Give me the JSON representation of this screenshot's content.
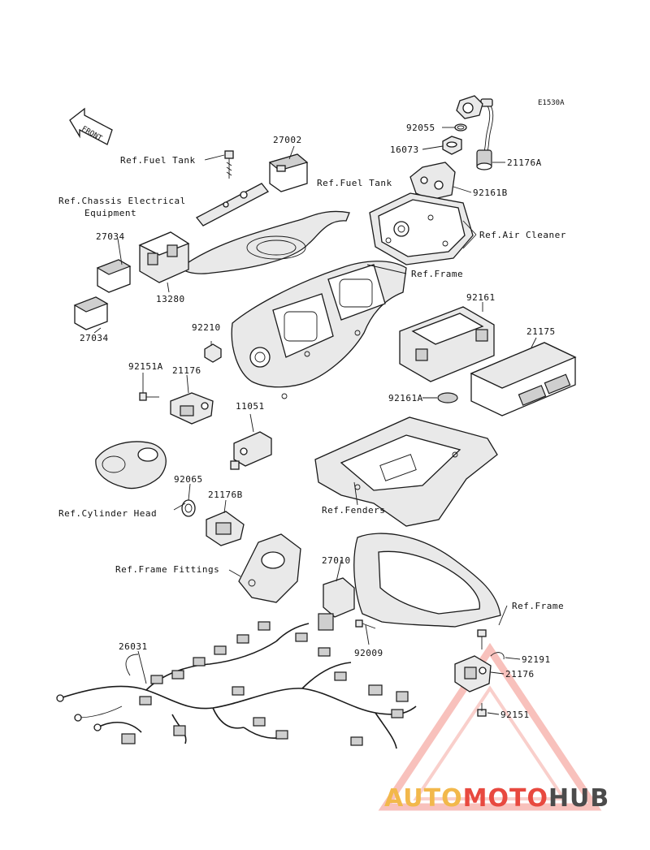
{
  "diagram": {
    "code": "E1530A",
    "front_label": "FRONT"
  },
  "parts": {
    "p92055": "92055",
    "p16073": "16073",
    "p21176A": "21176A",
    "p92161B": "92161B",
    "p27002": "27002",
    "p27034a": "27034",
    "p13280": "13280",
    "p27034b": "27034",
    "p92161": "92161",
    "p21175": "21175",
    "p92210": "92210",
    "p92161A": "92161A",
    "p92151A": "92151A",
    "p21176": "21176",
    "p11051": "11051",
    "p92065": "92065",
    "p21176B": "21176B",
    "p27010": "27010",
    "p26031": "26031",
    "p92009": "92009",
    "p92191": "92191",
    "p21176c": "21176",
    "p92151": "92151"
  },
  "refs": {
    "fuel_tank_1": "Ref.Fuel Tank",
    "fuel_tank_2": "Ref.Fuel Tank",
    "chassis_1": "Ref.Chassis Electrical",
    "chassis_2": "Equipment",
    "air_cleaner": "Ref.Air Cleaner",
    "frame_1": "Ref.Frame",
    "fenders": "Ref.Fenders",
    "cylinder_head": "Ref.Cylinder Head",
    "frame_fittings": "Ref.Frame Fittings",
    "frame_2": "Ref.Frame"
  },
  "watermark": {
    "part1": "AUTO",
    "part2": "MOTO",
    "part3": "HUB",
    "color1": "#f2b84b",
    "color2": "#e8493f",
    "color3": "#4b4b4b"
  }
}
